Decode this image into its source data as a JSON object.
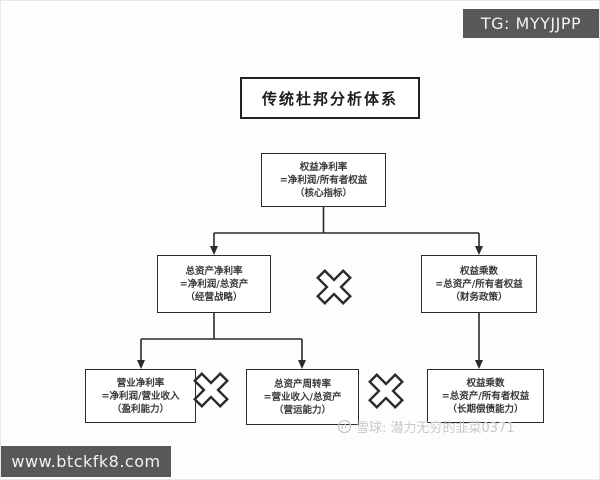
{
  "page": {
    "tg_badge": "TG: MYYJJPP",
    "site_badge": "www.btckfk8.com",
    "title": "传统杜邦分析体系",
    "watermark": "雪球: 潜力无穷的韭菜0371"
  },
  "nodes": {
    "root": {
      "name": "权益净利率",
      "formula": "=净利润/所有者权益",
      "note": "（核心指标）"
    },
    "mid_left": {
      "name": "总资产净利率",
      "formula": "=净利润/总资产",
      "note": "（经营战略）"
    },
    "mid_right": {
      "name": "权益乘数",
      "formula": "=总资产/所有者权益",
      "note": "（财务政策）"
    },
    "bottom_left": {
      "name": "营业净利率",
      "formula": "=净利润/营业收入",
      "note": "（盈利能力）"
    },
    "bottom_mid": {
      "name": "总资产周转率",
      "formula": "=营业收入/总资产",
      "note": "（营运能力）"
    },
    "bottom_right": {
      "name": "权益乘数",
      "formula": "=总资产/所有者权益",
      "note": "（长期偿债能力）"
    }
  },
  "icons": {
    "multiply": "×",
    "watermark_logo": "snowball"
  },
  "colors": {
    "line": "#2b2b2b",
    "badge_bg": "#58585a",
    "badge_text": "#f2f2f2",
    "watermark": "#c8c8c8",
    "background": "#fdfdfd"
  }
}
